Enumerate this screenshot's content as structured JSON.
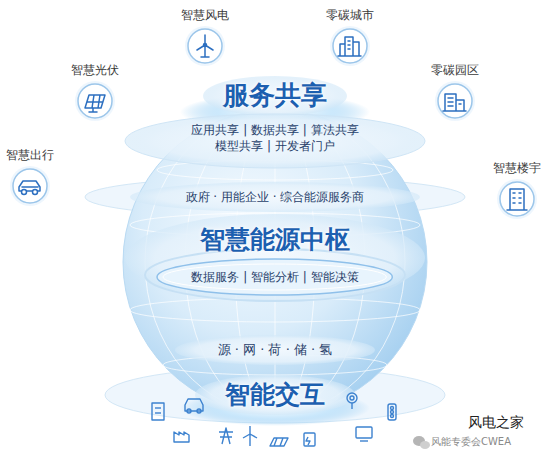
{
  "diagram": {
    "nodes": [
      {
        "text": [
          "智慧风电"
        ]
      },
      {
        "text": [
          "零碳城市"
        ]
      },
      {
        "text": [
          "智慧光伏"
        ]
      },
      {
        "text": [
          "零碳园区"
        ]
      },
      {
        "text": [
          "服务共享",
          "应用共享 | 数据共享 | 算法共享 模型共享 | 开发者门户"
        ]
      },
      {
        "text": [
          "智慧出行"
        ]
      },
      {
        "text": [
          "智慧楼宇"
        ]
      },
      {
        "text": [
          "政府 · 用能企业 · 综合能源服务商"
        ]
      },
      {
        "text": [
          "智慧能源中枢"
        ]
      },
      {
        "text": [
          "数据服务 | 智能分析 | 智能决策"
        ],
        "in": 8
      },
      {
        "text": [
          "源 · 网 · 荷 · 储 · 氢"
        ]
      },
      {
        "text": [
          "智能交互"
        ]
      }
    ],
    "labels": [
      "风电之家",
      "风能专委会CWEA"
    ]
  }
}
